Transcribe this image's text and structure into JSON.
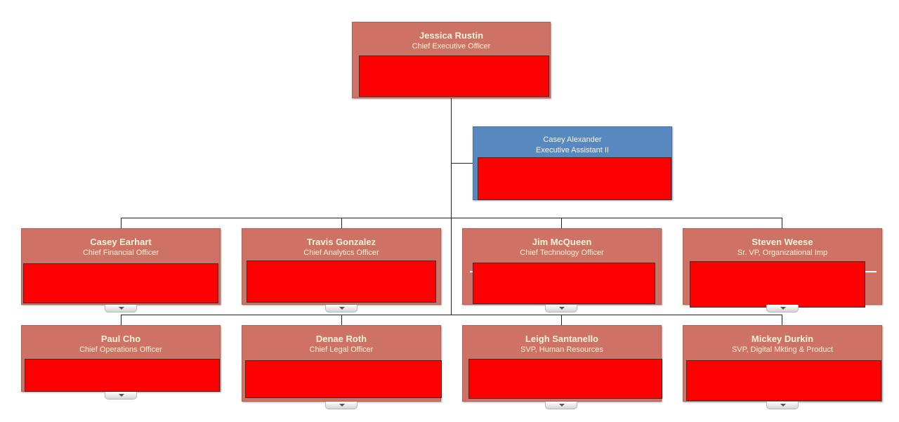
{
  "ceo": {
    "name": "Jessica Rustin",
    "title": "Chief Executive Officer"
  },
  "assistant": {
    "name": "Casey Alexander",
    "title": "Executive Assistant II"
  },
  "row1": [
    {
      "name": "Casey Earhart",
      "title": "Chief Financial Officer"
    },
    {
      "name": "Travis Gonzalez",
      "title": "Chief Analytics Officer"
    },
    {
      "name": "Jim McQueen",
      "title": "Chief Technology Officer"
    },
    {
      "name": "Steven Weese",
      "title": "Sr. VP, Organizational Imp"
    }
  ],
  "row2": [
    {
      "name": "Paul Cho",
      "title": "Chief Operations Officer"
    },
    {
      "name": "Denae Roth",
      "title": "Chief Legal Officer"
    },
    {
      "name": "Leigh Santanello",
      "title": "SVP, Human Resources"
    },
    {
      "name": "Mickey Durkin",
      "title": "SVP, Digital Mkting & Product"
    }
  ],
  "colors": {
    "node": "#cd7265",
    "assistant": "#5789c0",
    "redaction": "#ff0000",
    "text": "#fff3d8"
  }
}
